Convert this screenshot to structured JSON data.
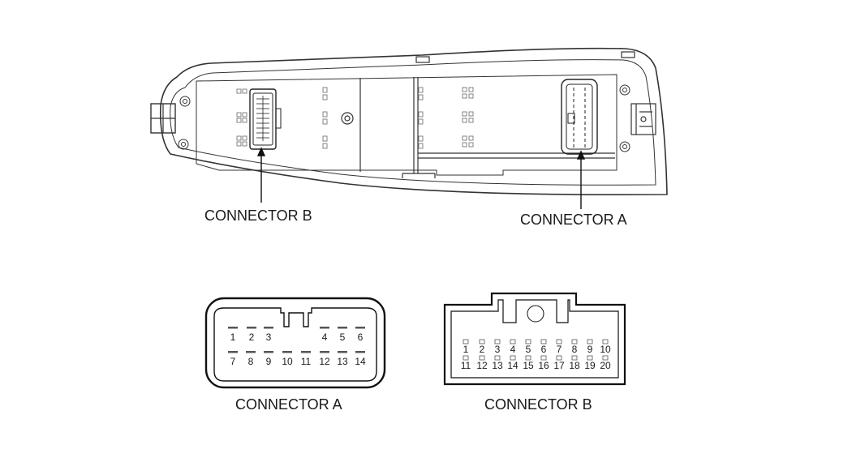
{
  "labels": {
    "top_connector_b": "CONNECTOR B",
    "top_connector_a": "CONNECTOR A",
    "bottom_connector_a": "CONNECTOR A",
    "bottom_connector_b": "CONNECTOR B"
  },
  "connector_a": {
    "row1": [
      "1",
      "2",
      "3",
      "4",
      "5",
      "6"
    ],
    "row2": [
      "7",
      "8",
      "9",
      "10",
      "11",
      "12",
      "13",
      "14"
    ]
  },
  "connector_b": {
    "row1": [
      "1",
      "2",
      "3",
      "4",
      "5",
      "6",
      "7",
      "8",
      "9",
      "10"
    ],
    "row2": [
      "11",
      "12",
      "13",
      "14",
      "15",
      "16",
      "17",
      "18",
      "19",
      "20"
    ]
  }
}
